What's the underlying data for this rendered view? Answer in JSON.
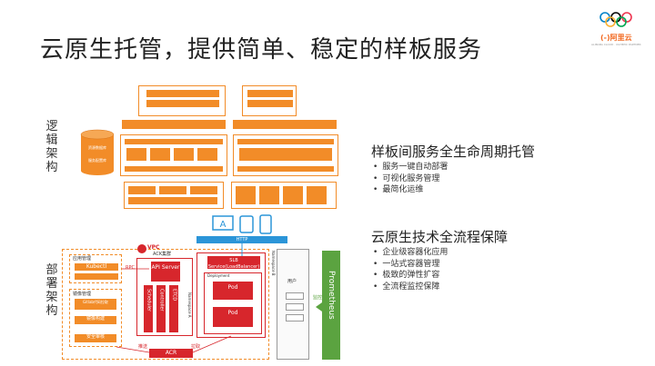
{
  "title": "云原生托管，提供简单、稳定的样板服务",
  "logo": {
    "brand": "(-)阿里云",
    "tagline": "ALIBABA CLOUD · OLYMPIC PARTNER"
  },
  "side_labels": {
    "logical": "逻辑架构",
    "deploy": "部署架构"
  },
  "sections": [
    {
      "heading": "样板间服务全生命周期托管",
      "bullets": [
        "服务一键自动部署",
        "可视化服务管理",
        "最简化运维"
      ]
    },
    {
      "heading": "云原生技术全流程保障",
      "bullets": [
        "企业级容器化应用",
        "一站式容器管理",
        "极致的弹性扩容",
        "全流程监控保障"
      ]
    }
  ],
  "logical_diagram": {
    "db_labels": [
      "资源数据库",
      "服务配置库"
    ]
  },
  "deploy_diagram": {
    "vpc": "VPC",
    "ack": "ACK集群",
    "app_mgmt": "应用管理",
    "kubectl": "Kubectl",
    "img_mgmt": "镜像管理",
    "img_steps": [
      "Gitlab代码拉取",
      "镜像构建",
      "安全审核"
    ],
    "api_server": "API Server",
    "controller": "Controller",
    "scheduler": "Scheduler",
    "etcd": "ETCD",
    "http": "HTTP",
    "slb": "SLB Service(LoadBalancer)",
    "deployment": "Deployment",
    "pod": "Pod",
    "acr": "ACR",
    "prometheus": "Prometheus",
    "rpc": "RPC",
    "push": "推送",
    "pull": "拉取",
    "monitor": "监控",
    "namespace_a": "Namespace A",
    "namespace_b": "Namespace B",
    "user": "用户"
  }
}
